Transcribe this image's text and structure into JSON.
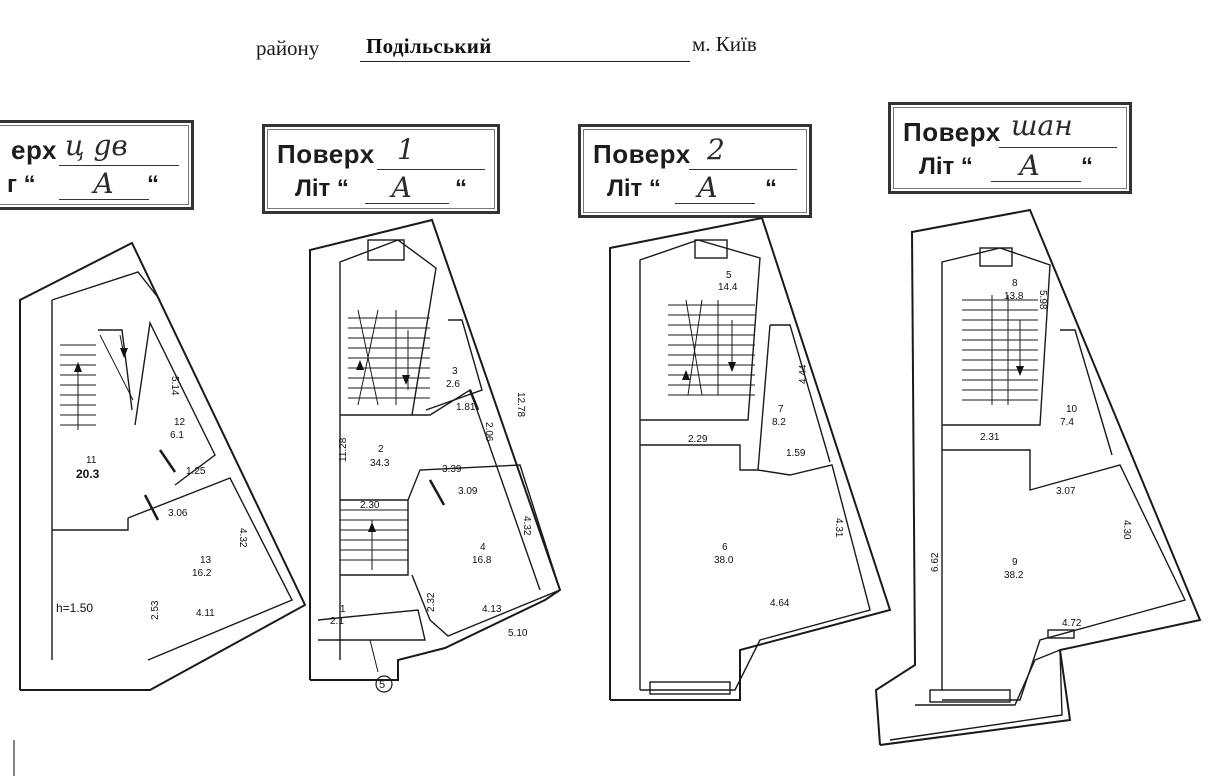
{
  "header": {
    "district_word": "району",
    "district_name": "Подільський",
    "city": "м. Київ"
  },
  "stamps": [
    {
      "floor_label": "ерх",
      "floor_value": "ц gв",
      "lit_label": "г “",
      "lit_value": "А",
      "lit_close": "“"
    },
    {
      "floor_label": "Поверх",
      "floor_value": "1",
      "lit_label": "Літ “",
      "lit_value": "А",
      "lit_close": "“"
    },
    {
      "floor_label": "Поверх",
      "floor_value": "2",
      "lit_label": "Літ “",
      "lit_value": "А",
      "lit_close": "“"
    },
    {
      "floor_label": "Поверх",
      "floor_value": "шан",
      "lit_label": "Літ “",
      "lit_value": "А",
      "lit_close": "“"
    }
  ],
  "plans": {
    "basement": {
      "rooms": [
        {
          "num": "11",
          "area": "20.3"
        },
        {
          "num": "12",
          "area": "6.1"
        },
        {
          "num": "13",
          "area": "16.2"
        }
      ],
      "dims": [
        "5.14",
        "1.25",
        "3.06",
        "4.32",
        "2.53",
        "4.11"
      ],
      "height_note": "h=1.50"
    },
    "floor1": {
      "rooms": [
        {
          "num": "2",
          "area": "34.3"
        },
        {
          "num": "3",
          "area": "2.6"
        },
        {
          "num": "4",
          "area": "16.8"
        },
        {
          "num": "1",
          "area": "2.1"
        }
      ],
      "dims": [
        "12.78",
        "11.28",
        "1.81",
        "2.06",
        "3.39",
        "3.09",
        "2.30",
        "4.32",
        "2.32",
        "4.13",
        "5.10"
      ],
      "axis_mark": "5"
    },
    "floor2": {
      "rooms": [
        {
          "num": "5",
          "area": "14.4"
        },
        {
          "num": "7",
          "area": "8.2"
        },
        {
          "num": "6",
          "area": "38.0"
        }
      ],
      "dims": [
        "4.44",
        "2.29",
        "1.59",
        "4.31",
        "4.64"
      ]
    },
    "attic": {
      "rooms": [
        {
          "num": "8",
          "area": "13.8"
        },
        {
          "num": "10",
          "area": "7.4"
        },
        {
          "num": "9",
          "area": "38.2"
        }
      ],
      "dims": [
        "5.98",
        "2.31",
        "3.07",
        "4.30",
        "6.62",
        "4.72"
      ]
    }
  }
}
